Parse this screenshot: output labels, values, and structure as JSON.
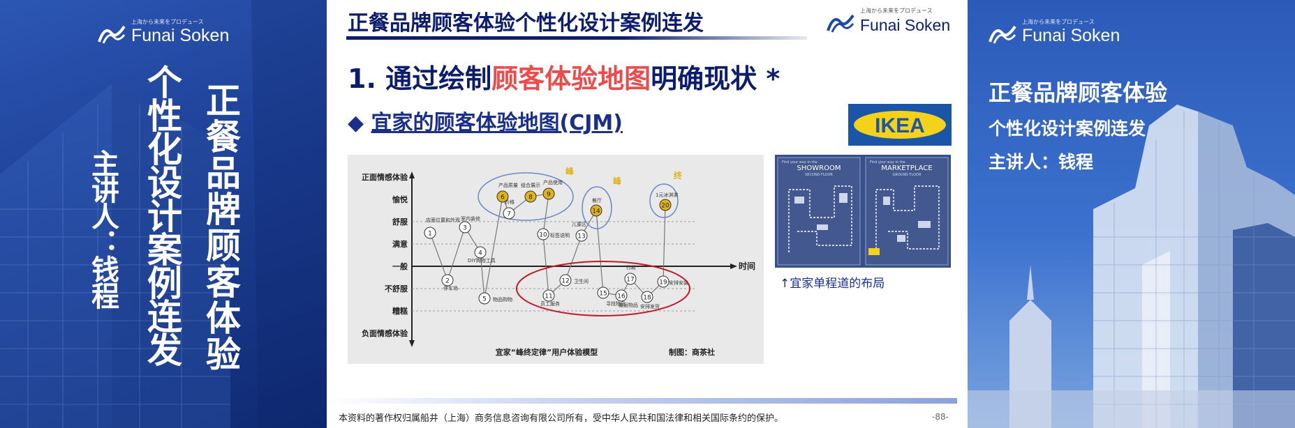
{
  "brand": {
    "logo_text": "Funai Soken",
    "logo_tagline": "上海から未来をプロデュース"
  },
  "left_panel": {
    "title_vertical": "正餐品牌顾客体验",
    "subtitle_vertical": "个性化设计案例连发",
    "speaker_vertical": "主讲人：钱程"
  },
  "slide": {
    "header_title": "正餐品牌顾客体验个性化设计案例连发",
    "heading_prefix": "1.  通过绘制",
    "heading_highlight": "顾客体验地图",
    "heading_suffix": "明确现状 *",
    "subheading_bullet": "◆",
    "subheading": "宜家的顾客体验地图(CJM)",
    "ikea_logo": "IKEA",
    "map_caption": "↑宜家单程道的布局",
    "map_showroom": "SHOWROOM",
    "map_showroom_floor": "SECOND FLOOR",
    "map_market": "MARKETPLACE",
    "map_market_floor": "GROUND FLOOR",
    "map_top_note": "Find your way in the",
    "footer": "本资料的著作权归属船井（上海）商务信息咨询有限公司所有，受中华人民共和国法律和相关国际条约的保护。",
    "page_number": "-88-"
  },
  "cjm": {
    "y_top": "正面情感体验",
    "y_bottom": "负面情感体验",
    "levels": [
      "愉悦",
      "舒服",
      "满意",
      "一般",
      "不舒服",
      "糟糕"
    ],
    "x_axis": "时间",
    "caption": "宜家“峰终定律”用户体验模型",
    "credit": "制图：商茶社",
    "peak1": "峰",
    "peak2": "峰",
    "end": "终",
    "points": [
      {
        "n": "1",
        "label": "店面位置和\n外观",
        "level": "舒服"
      },
      {
        "n": "2",
        "label": "停车场",
        "level": "不舒服"
      },
      {
        "n": "3",
        "label": "室内装修",
        "level": "舒服"
      },
      {
        "n": "4",
        "label": "DIY购物工具",
        "level": "满意-一般"
      },
      {
        "n": "5",
        "label": "物品购物",
        "level": "糟糕"
      },
      {
        "n": "6",
        "label": "产品质量",
        "level": "愉悦"
      },
      {
        "n": "7",
        "label": "价格",
        "level": "愉悦-舒服"
      },
      {
        "n": "8",
        "label": "组合展示",
        "level": "愉悦"
      },
      {
        "n": "9",
        "label": "产品使用",
        "level": "愉悦"
      },
      {
        "n": "10",
        "label": "标签说明",
        "level": "满意"
      },
      {
        "n": "11",
        "label": "员工服务",
        "level": "不舒服"
      },
      {
        "n": "12",
        "label": "卫生间",
        "level": "一般-不舒服"
      },
      {
        "n": "13",
        "label": "儿童区",
        "level": "满意"
      },
      {
        "n": "14",
        "label": "餐厅",
        "level": "舒服"
      },
      {
        "n": "15",
        "label": "寻找物品",
        "level": "不舒服"
      },
      {
        "n": "16",
        "label": "搬运物品",
        "level": "不舒服"
      },
      {
        "n": "17",
        "label": "付款",
        "level": "一般-不舒服"
      },
      {
        "n": "18",
        "label": "安排发货",
        "level": "不舒服"
      },
      {
        "n": "19",
        "label": "安排安装",
        "level": "不舒服"
      },
      {
        "n": "20",
        "label": "1元冰淇淋",
        "level": "愉悦"
      }
    ]
  },
  "right_panel": {
    "title": "正餐品牌顾客体验",
    "subtitle": "个性化设计案例连发",
    "speaker": "主讲人：钱程"
  },
  "colors": {
    "navy": "#0d1d6e",
    "highlight_red": "#ef4a4a",
    "panel_blue": "#2552b0",
    "ikea_blue": "#1b55a8",
    "ikea_yellow": "#f3d219",
    "peak_yellow": "#e2b21c"
  }
}
